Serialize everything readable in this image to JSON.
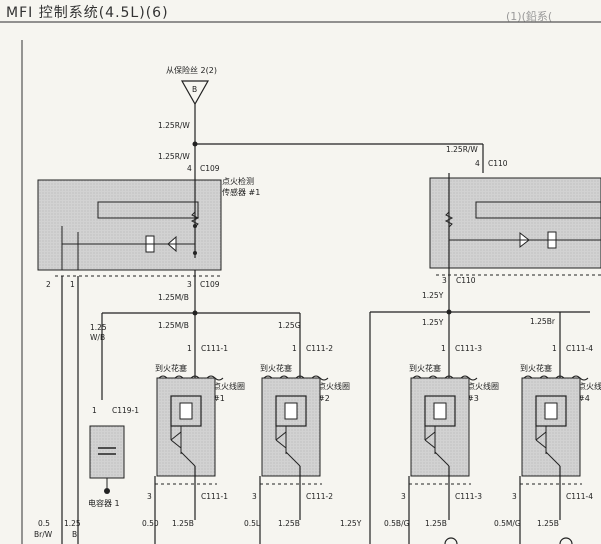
{
  "header": {
    "title": "MFI 控制系统(4.5L)(6)",
    "subtitle": "(1)(鉛系("
  },
  "fuse": {
    "label": "从保险丝 2(2)",
    "pin": "B"
  },
  "wires": {
    "top_left": "1.25R/W",
    "c109_top": "1.25R/W",
    "c110_top": "1.25R/W",
    "c109_bottom": "1.25M/B",
    "c109_feed": "1.25M/B",
    "c110_bottom": "1.25Y",
    "c110_feed": "1.25Y",
    "cap_feed_a": "1.25",
    "cap_feed_b": "W/B",
    "coil2_feed": "1.25G",
    "coil4_feed": "1.25Br",
    "bottom_left_a": "0.5",
    "bottom_left_b": "Br/W",
    "bottom_left_c": "1.25",
    "bottom_left_d": "B",
    "b1a": "0.50",
    "b1b": "1.25B",
    "b2a": "0.5L",
    "b2b": "1.25B",
    "b3": "1.25Y",
    "b4a": "0.5B/G",
    "b4b": "1.25B",
    "b5a": "0.5M/G",
    "b5b": "1.25B"
  },
  "sensor_left": {
    "connector": "C109",
    "pin_top": "4",
    "pin_bottom": "3",
    "name_a": "点火检测",
    "name_b": "传感器 #1",
    "pin_l1": "2",
    "pin_l2": "1"
  },
  "sensor_right": {
    "connector": "C110",
    "pin_top": "4",
    "pin_bottom": "3"
  },
  "capacitor": {
    "connector": "C119-1",
    "pin": "1",
    "label": "电容器 1"
  },
  "coils": [
    {
      "connector": "C111-1",
      "pin_top": "1",
      "pin_bottom": "3",
      "plug": "到火花塞",
      "name": "点火线圈",
      "num": "#1"
    },
    {
      "connector": "C111-2",
      "pin_top": "1",
      "pin_bottom": "3",
      "plug": "到火花塞",
      "name": "点火线圈",
      "num": "#2"
    },
    {
      "connector": "C111-3",
      "pin_top": "1",
      "pin_bottom": "3",
      "plug": "到火花塞",
      "name": "点火线圈",
      "num": "#3"
    },
    {
      "connector": "C111-4",
      "pin_top": "1",
      "pin_bottom": "3",
      "plug": "到火花塞",
      "name": "点火线圈",
      "num": "#4"
    }
  ],
  "colors": {
    "paper": "#f6f5f0",
    "line": "#222222",
    "shade": "#cfcfcf"
  }
}
